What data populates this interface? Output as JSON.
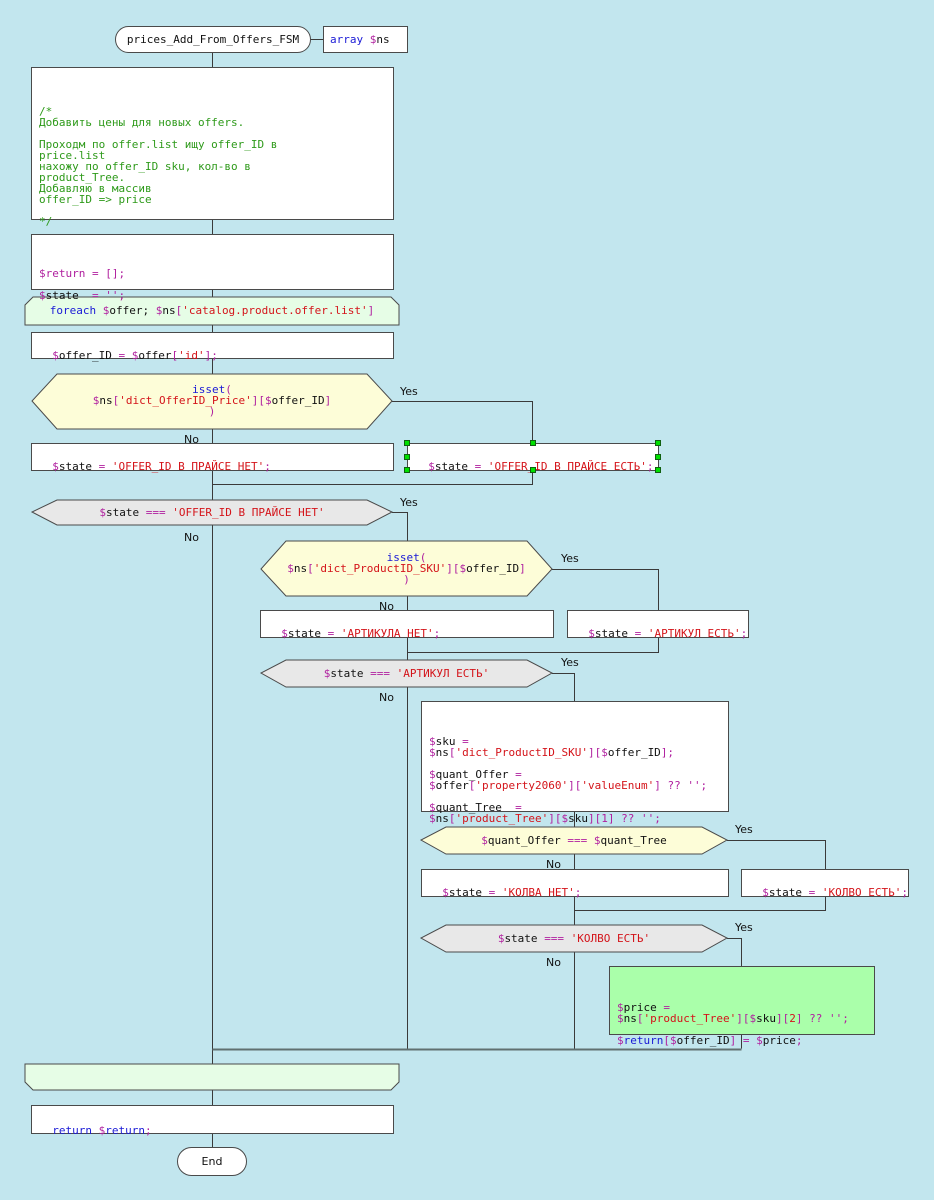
{
  "function": {
    "name": "prices_Add_From_Offers_FSM",
    "param": [
      {
        "t": "kw",
        "v": "array "
      },
      {
        "t": "var",
        "v": "$"
      },
      {
        "t": "txt",
        "v": "ns"
      }
    ]
  },
  "comment": {
    "lines": [
      "/*",
      "Добавить цены для новых offers.",
      "",
      "Проходм по offer.list ищу offer_ID в",
      "price.list",
      "нахожу по offer_ID sku, кол-во в",
      "product_Tree.",
      "Добавляю в массив",
      "offer_ID => price",
      "",
      "*/"
    ]
  },
  "init": {
    "lines": [
      [
        {
          "t": "var",
          "v": "$"
        },
        {
          "t": "var",
          "v": "return"
        },
        {
          "t": "op",
          "v": " = []"
        },
        {
          "t": "op",
          "v": ";"
        }
      ],
      [
        {
          "t": "var",
          "v": "$"
        },
        {
          "t": "txt",
          "v": "state  "
        },
        {
          "t": "op",
          "v": "= ''"
        },
        {
          "t": "op",
          "v": ";"
        }
      ]
    ]
  },
  "loop": {
    "header": [
      {
        "t": "kw",
        "v": "foreach "
      },
      {
        "t": "var",
        "v": "$"
      },
      {
        "t": "txt",
        "v": "offer; "
      },
      {
        "t": "var",
        "v": "$"
      },
      {
        "t": "txt",
        "v": "ns"
      },
      {
        "t": "op",
        "v": "["
      },
      {
        "t": "str",
        "v": "'catalog.product.offer.list'"
      },
      {
        "t": "op",
        "v": "]"
      }
    ],
    "footer": ""
  },
  "assign_offer_id": [
    {
      "t": "var",
      "v": "$"
    },
    {
      "t": "txt",
      "v": "offer_ID "
    },
    {
      "t": "op",
      "v": "= "
    },
    {
      "t": "var",
      "v": "$"
    },
    {
      "t": "txt",
      "v": "offer"
    },
    {
      "t": "op",
      "v": "["
    },
    {
      "t": "str",
      "v": "'id'"
    },
    {
      "t": "op",
      "v": "];"
    }
  ],
  "cond1": {
    "lines": [
      [
        {
          "t": "kw",
          "v": "isset"
        },
        {
          "t": "op",
          "v": "("
        }
      ],
      [
        {
          "t": "var",
          "v": "$"
        },
        {
          "t": "txt",
          "v": "ns"
        },
        {
          "t": "op",
          "v": "["
        },
        {
          "t": "str",
          "v": "'dict_OfferID_Price'"
        },
        {
          "t": "op",
          "v": "]["
        },
        {
          "t": "var",
          "v": "$"
        },
        {
          "t": "txt",
          "v": "offer_ID"
        },
        {
          "t": "op",
          "v": "]"
        }
      ],
      [
        {
          "t": "op",
          "v": ")"
        }
      ]
    ],
    "yes": "Yes",
    "no": "No",
    "no_action": [
      {
        "t": "var",
        "v": "$"
      },
      {
        "t": "txt",
        "v": "state "
      },
      {
        "t": "op",
        "v": "= "
      },
      {
        "t": "str",
        "v": "'OFFER_ID В ПРАЙСЕ НЕТ'"
      },
      {
        "t": "op",
        "v": ";"
      }
    ],
    "yes_action": [
      {
        "t": "var",
        "v": "$"
      },
      {
        "t": "txt",
        "v": "state "
      },
      {
        "t": "op",
        "v": "= "
      },
      {
        "t": "str",
        "v": "'OFFER_ID В ПРАЙСЕ ЕСТЬ'"
      },
      {
        "t": "op",
        "v": ";"
      }
    ]
  },
  "cond2": {
    "text": [
      {
        "t": "var",
        "v": "$"
      },
      {
        "t": "txt",
        "v": "state "
      },
      {
        "t": "op",
        "v": "=== "
      },
      {
        "t": "str",
        "v": "'OFFER_ID В ПРАЙСЕ НЕТ'"
      }
    ],
    "yes": "Yes",
    "no": "No"
  },
  "cond3": {
    "lines": [
      [
        {
          "t": "kw",
          "v": "isset"
        },
        {
          "t": "op",
          "v": "("
        }
      ],
      [
        {
          "t": "var",
          "v": "$"
        },
        {
          "t": "txt",
          "v": "ns"
        },
        {
          "t": "op",
          "v": "["
        },
        {
          "t": "str",
          "v": "'dict_ProductID_SKU'"
        },
        {
          "t": "op",
          "v": "]["
        },
        {
          "t": "var",
          "v": "$"
        },
        {
          "t": "txt",
          "v": "offer_ID"
        },
        {
          "t": "op",
          "v": "]"
        }
      ],
      [
        {
          "t": "op",
          "v": ")"
        }
      ]
    ],
    "yes": "Yes",
    "no": "No",
    "no_action": [
      {
        "t": "var",
        "v": "$"
      },
      {
        "t": "txt",
        "v": "state "
      },
      {
        "t": "op",
        "v": "= "
      },
      {
        "t": "str",
        "v": "'АРТИКУЛА НЕТ'"
      },
      {
        "t": "op",
        "v": ";"
      }
    ],
    "yes_action": [
      {
        "t": "var",
        "v": "$"
      },
      {
        "t": "txt",
        "v": "state "
      },
      {
        "t": "op",
        "v": "= "
      },
      {
        "t": "str",
        "v": "'АРТИКУЛ ЕСТЬ'"
      },
      {
        "t": "op",
        "v": ";"
      }
    ]
  },
  "cond4": {
    "text": [
      {
        "t": "var",
        "v": "$"
      },
      {
        "t": "txt",
        "v": "state "
      },
      {
        "t": "op",
        "v": "=== "
      },
      {
        "t": "str",
        "v": "'АРТИКУЛ ЕСТЬ'"
      }
    ],
    "yes": "Yes",
    "no": "No"
  },
  "sku_block": {
    "lines": [
      [
        {
          "t": "var",
          "v": "$"
        },
        {
          "t": "txt",
          "v": "sku "
        },
        {
          "t": "op",
          "v": "="
        }
      ],
      [
        {
          "t": "var",
          "v": "$"
        },
        {
          "t": "txt",
          "v": "ns"
        },
        {
          "t": "op",
          "v": "["
        },
        {
          "t": "str",
          "v": "'dict_ProductID_SKU'"
        },
        {
          "t": "op",
          "v": "]["
        },
        {
          "t": "var",
          "v": "$"
        },
        {
          "t": "txt",
          "v": "offer_ID"
        },
        {
          "t": "op",
          "v": "];"
        }
      ],
      [],
      [
        {
          "t": "var",
          "v": "$"
        },
        {
          "t": "txt",
          "v": "quant_Offer "
        },
        {
          "t": "op",
          "v": "="
        }
      ],
      [
        {
          "t": "var",
          "v": "$"
        },
        {
          "t": "txt",
          "v": "offer"
        },
        {
          "t": "op",
          "v": "["
        },
        {
          "t": "str",
          "v": "'property2060'"
        },
        {
          "t": "op",
          "v": "]["
        },
        {
          "t": "str",
          "v": "'valueEnum'"
        },
        {
          "t": "op",
          "v": "] ?? '';"
        }
      ],
      [],
      [
        {
          "t": "var",
          "v": "$"
        },
        {
          "t": "txt",
          "v": "quant_Tree  "
        },
        {
          "t": "op",
          "v": "="
        }
      ],
      [
        {
          "t": "var",
          "v": "$"
        },
        {
          "t": "txt",
          "v": "ns"
        },
        {
          "t": "op",
          "v": "["
        },
        {
          "t": "str",
          "v": "'product_Tree'"
        },
        {
          "t": "op",
          "v": "]["
        },
        {
          "t": "var",
          "v": "$"
        },
        {
          "t": "txt",
          "v": "sku"
        },
        {
          "t": "op",
          "v": "][1] ?? '';"
        }
      ]
    ]
  },
  "cond5": {
    "text": [
      {
        "t": "var",
        "v": "$"
      },
      {
        "t": "txt",
        "v": "quant_Offer "
      },
      {
        "t": "op",
        "v": "=== "
      },
      {
        "t": "var",
        "v": "$"
      },
      {
        "t": "txt",
        "v": "quant_Tree"
      }
    ],
    "yes": "Yes",
    "no": "No",
    "no_action": [
      {
        "t": "var",
        "v": "$"
      },
      {
        "t": "txt",
        "v": "state "
      },
      {
        "t": "op",
        "v": "= "
      },
      {
        "t": "str",
        "v": "'КОЛВА НЕТ'"
      },
      {
        "t": "op",
        "v": ";"
      }
    ],
    "yes_action": [
      {
        "t": "var",
        "v": "$"
      },
      {
        "t": "txt",
        "v": "state "
      },
      {
        "t": "op",
        "v": "= "
      },
      {
        "t": "str",
        "v": "'КОЛВО ЕСТЬ'"
      },
      {
        "t": "op",
        "v": ";"
      }
    ]
  },
  "cond6": {
    "text": [
      {
        "t": "var",
        "v": "$"
      },
      {
        "t": "txt",
        "v": "state "
      },
      {
        "t": "op",
        "v": "=== "
      },
      {
        "t": "str",
        "v": "'КОЛВО ЕСТЬ'"
      }
    ],
    "yes": "Yes",
    "no": "No"
  },
  "price_block": {
    "lines": [
      [
        {
          "t": "var",
          "v": "$"
        },
        {
          "t": "txt",
          "v": "price "
        },
        {
          "t": "op",
          "v": "="
        }
      ],
      [
        {
          "t": "var",
          "v": "$"
        },
        {
          "t": "txt",
          "v": "ns"
        },
        {
          "t": "op",
          "v": "["
        },
        {
          "t": "str",
          "v": "'product_Tree'"
        },
        {
          "t": "op",
          "v": "]["
        },
        {
          "t": "var",
          "v": "$"
        },
        {
          "t": "txt",
          "v": "sku"
        },
        {
          "t": "op",
          "v": "]["
        },
        {
          "t": "str",
          "v": "2"
        },
        {
          "t": "op",
          "v": "] ?? '';"
        }
      ],
      [],
      [
        {
          "t": "var",
          "v": "$"
        },
        {
          "t": "kw",
          "v": "return"
        },
        {
          "t": "op",
          "v": "["
        },
        {
          "t": "var",
          "v": "$"
        },
        {
          "t": "txt",
          "v": "offer_ID"
        },
        {
          "t": "op",
          "v": "] = "
        },
        {
          "t": "var",
          "v": "$"
        },
        {
          "t": "txt",
          "v": "price"
        },
        {
          "t": "op",
          "v": ";"
        }
      ]
    ]
  },
  "return_stmt": [
    {
      "t": "kw",
      "v": "return "
    },
    {
      "t": "var",
      "v": "$"
    },
    {
      "t": "kw",
      "v": "return"
    },
    {
      "t": "op",
      "v": ";"
    }
  ],
  "end_label": "End",
  "colors": {
    "background": "#c2e6ee",
    "action": "#ffffff",
    "decision_yellow": "#fdfdd8",
    "decision_gray": "#e8e8e8",
    "loop": "#e6fde6",
    "highlight_green": "#aaffaa",
    "selection_handle": "#00e000"
  }
}
